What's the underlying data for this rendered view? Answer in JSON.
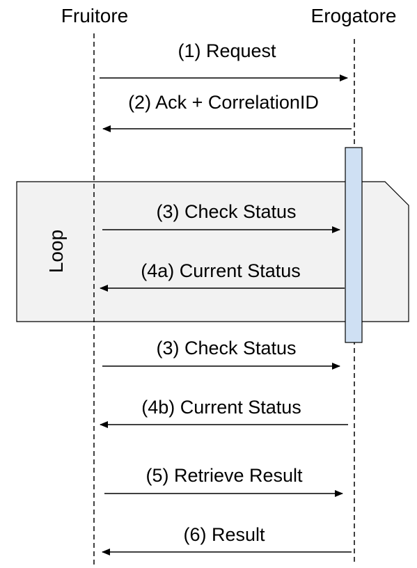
{
  "participants": {
    "client": "Fruitore",
    "server": "Erogatore"
  },
  "loop": {
    "label": "Loop"
  },
  "messages": [
    {
      "text": "(1) Request",
      "direction": "right"
    },
    {
      "text": "(2) Ack + CorrelationID",
      "direction": "left"
    },
    {
      "text": "(3) Check Status",
      "direction": "right"
    },
    {
      "text": "(4a) Current Status",
      "direction": "left"
    },
    {
      "text": "(3) Check Status",
      "direction": "right"
    },
    {
      "text": "(4b) Current Status",
      "direction": "left"
    },
    {
      "text": "(5) Retrieve Result",
      "direction": "right"
    },
    {
      "text": "(6) Result",
      "direction": "left"
    }
  ],
  "colors": {
    "loop_fill": "#f2f2f2",
    "activation_fill": "#cfe0f3",
    "line": "#000000"
  }
}
